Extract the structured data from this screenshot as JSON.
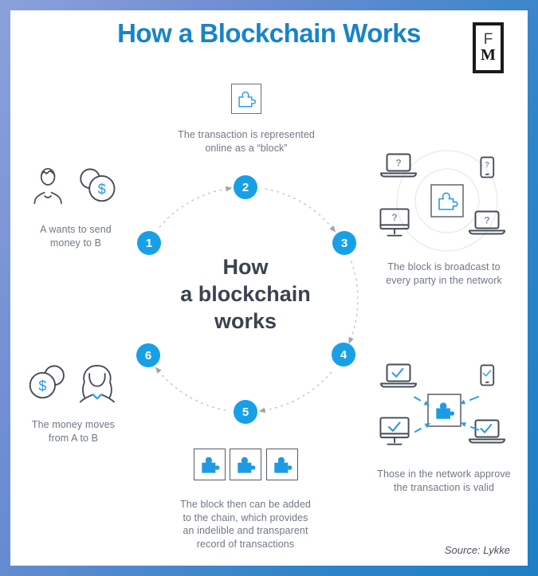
{
  "title": "How a Blockchain Works",
  "logo": {
    "letter_top": "F",
    "letter_bottom": "M"
  },
  "center_label": "How\na blockchain\nworks",
  "source": "Source: Lykke",
  "symbols": {
    "dollar": "$",
    "question": "?"
  },
  "steps": [
    {
      "number": "1",
      "caption": "A wants to send\nmoney to B",
      "icons": [
        "person-icon",
        "coins-icon"
      ]
    },
    {
      "number": "2",
      "caption": "The transaction is represented\nonline as a “block”",
      "icons": [
        "block-outline-icon"
      ]
    },
    {
      "number": "3",
      "caption": "The block is broadcast to\nevery party in the network",
      "icons": [
        "laptop-icon",
        "phone-icon",
        "monitor-icon",
        "laptop-icon",
        "block-outline-icon",
        "question-mark-icon",
        "network-rings-icon"
      ]
    },
    {
      "number": "4",
      "caption": "Those in the network approve\nthe transaction is valid",
      "icons": [
        "laptop-icon",
        "phone-icon",
        "monitor-icon",
        "laptop-icon",
        "block-filled-icon",
        "checkmark-icon",
        "arrow-icon"
      ]
    },
    {
      "number": "5",
      "caption": "The block then can be added\nto the chain, which provides\nan indelible and transparent\nrecord of transactions",
      "icons": [
        "block-filled-icon",
        "block-filled-icon",
        "block-filled-icon"
      ]
    },
    {
      "number": "6",
      "caption": "The money moves\nfrom A to B",
      "icons": [
        "coins-icon",
        "person-icon"
      ]
    }
  ],
  "colors": {
    "accent_blue": "#18a0e6",
    "title_blue": "#1884c7",
    "caption_gray": "#6f7884",
    "icon_outline": "#454c57",
    "border_gradient_start": "#8ba1da",
    "border_gradient_end": "#1e7fc4"
  }
}
